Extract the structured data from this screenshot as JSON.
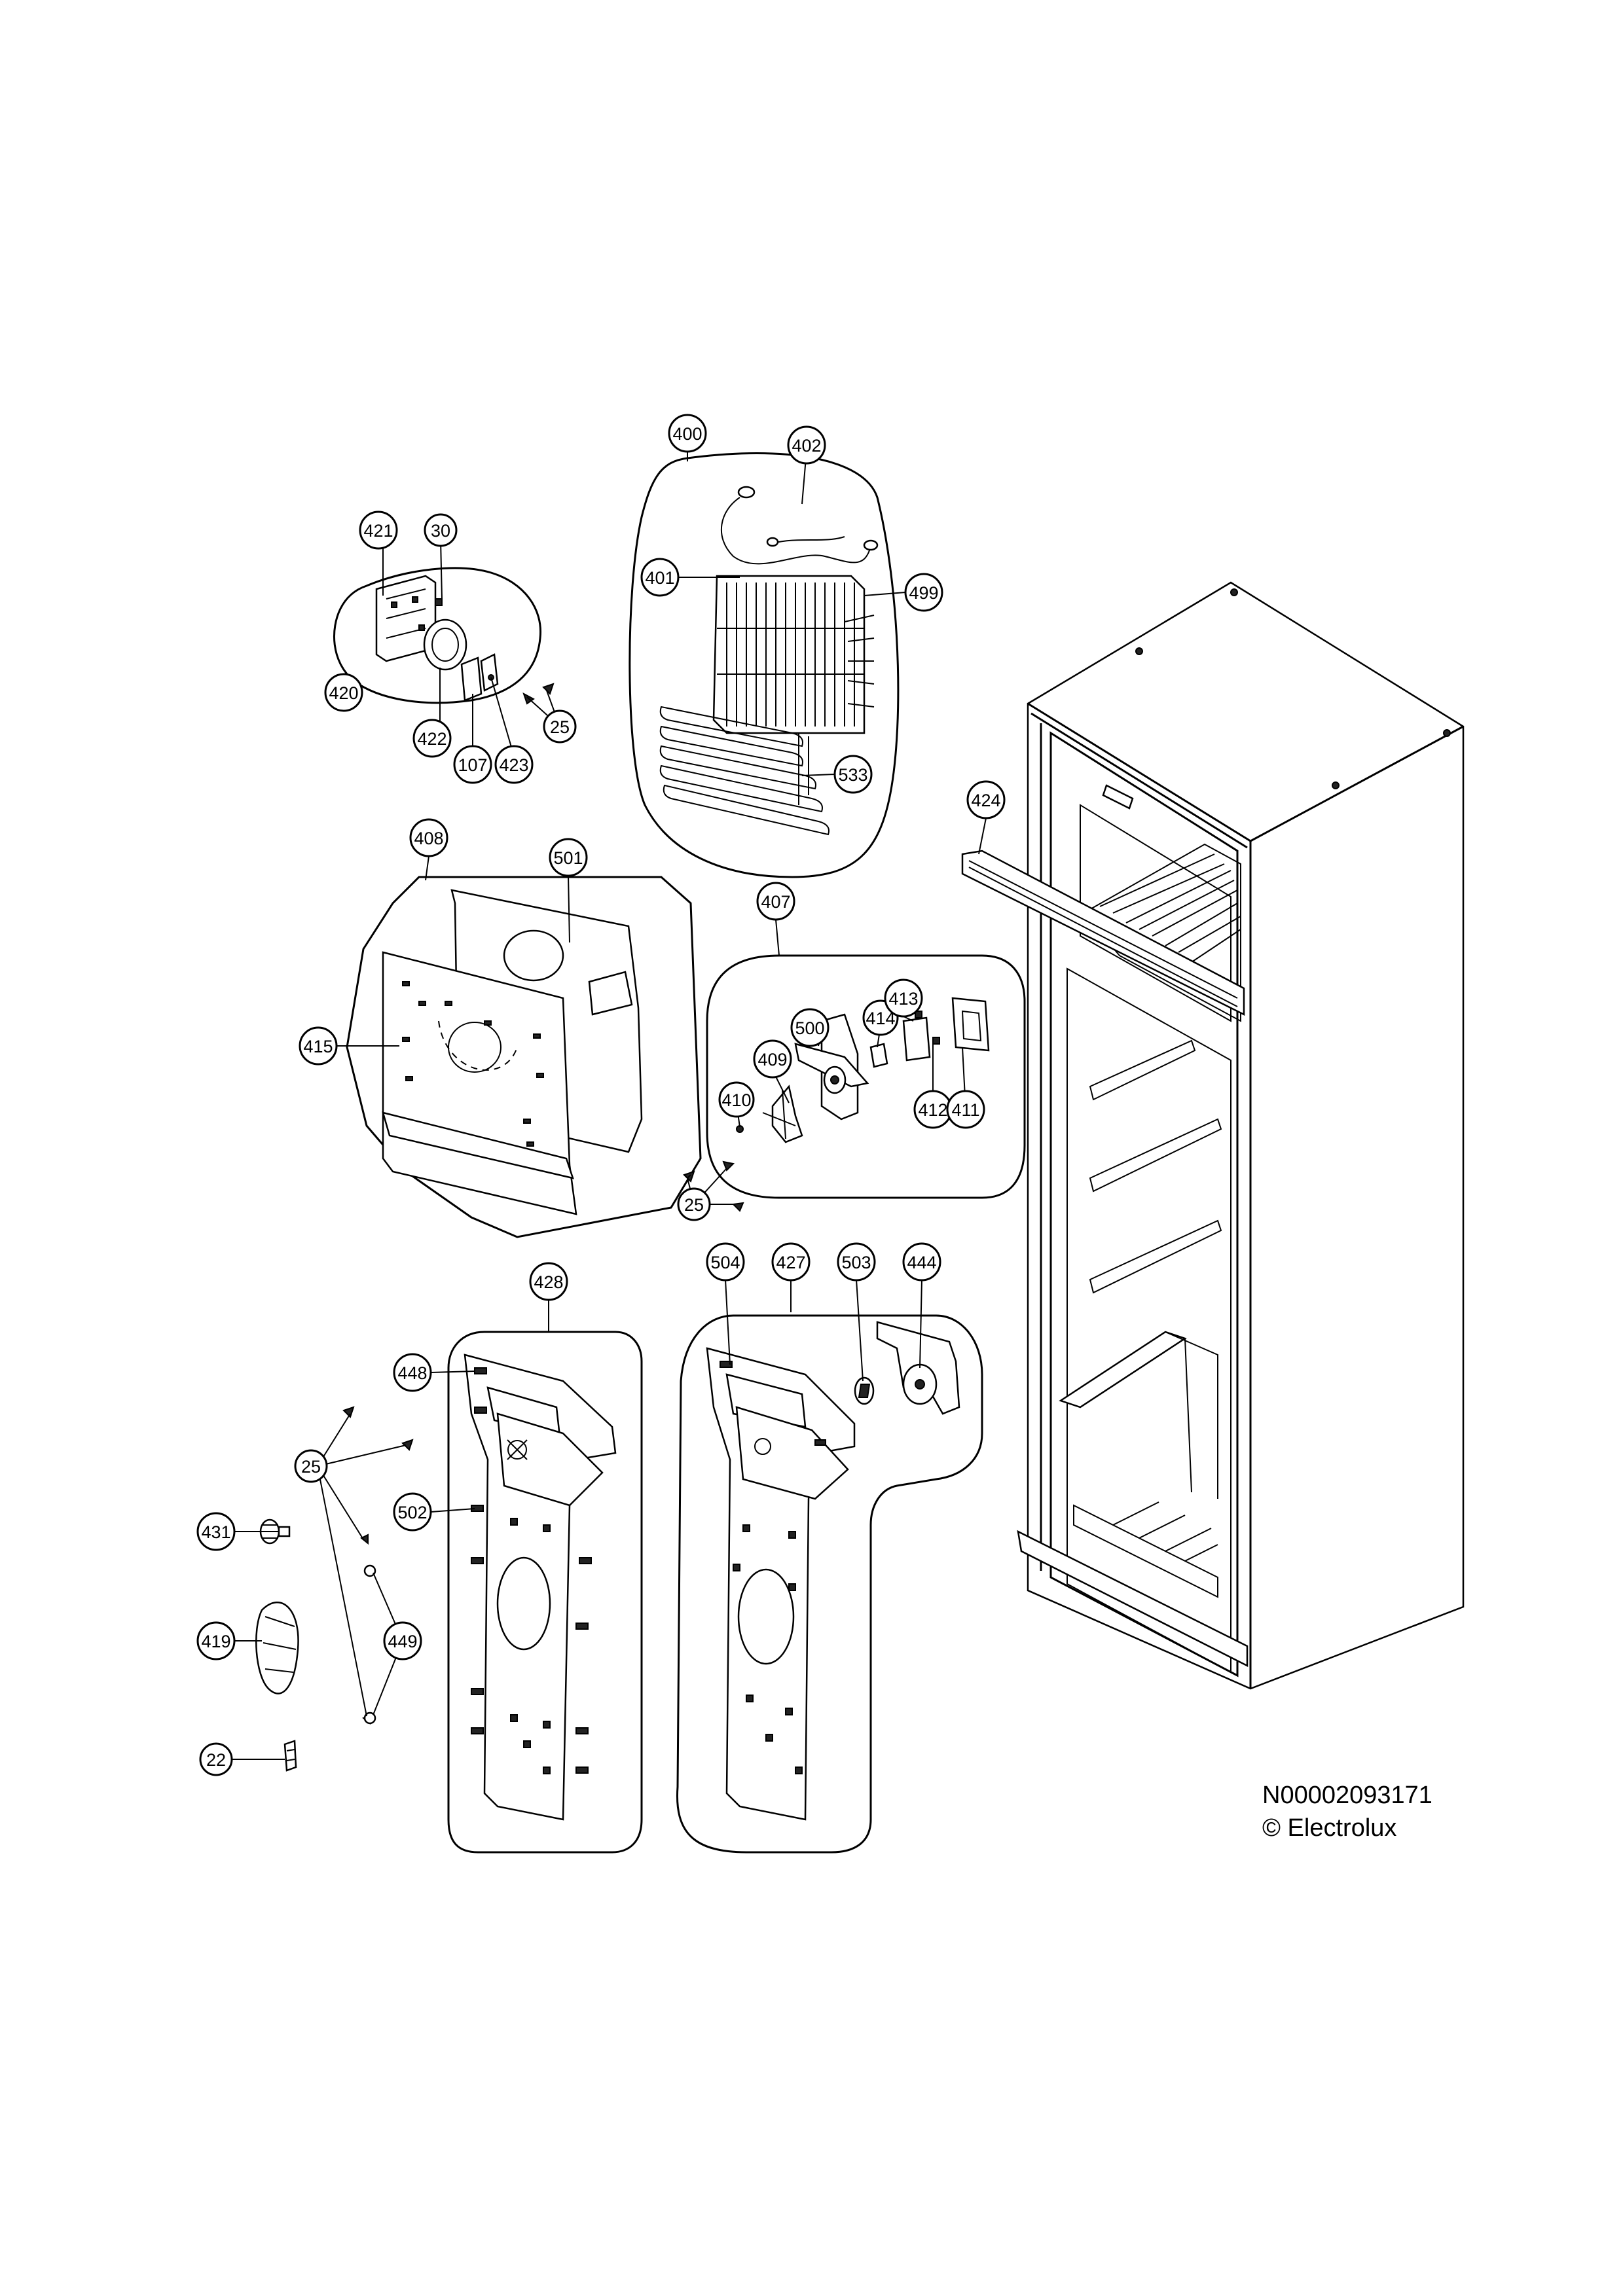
{
  "parts": [
    {
      "label": "400"
    },
    {
      "label": "402"
    },
    {
      "label": "401"
    },
    {
      "label": "499"
    },
    {
      "label": "533"
    },
    {
      "label": "421"
    },
    {
      "label": "30"
    },
    {
      "label": "420"
    },
    {
      "label": "422"
    },
    {
      "label": "107"
    },
    {
      "label": "423"
    },
    {
      "label": "25"
    },
    {
      "label": "424"
    },
    {
      "label": "408"
    },
    {
      "label": "501"
    },
    {
      "label": "415"
    },
    {
      "label": "407"
    },
    {
      "label": "500"
    },
    {
      "label": "414"
    },
    {
      "label": "413"
    },
    {
      "label": "409"
    },
    {
      "label": "410"
    },
    {
      "label": "412"
    },
    {
      "label": "411"
    },
    {
      "label": "25"
    },
    {
      "label": "428"
    },
    {
      "label": "504"
    },
    {
      "label": "427"
    },
    {
      "label": "503"
    },
    {
      "label": "444"
    },
    {
      "label": "448"
    },
    {
      "label": "25"
    },
    {
      "label": "502"
    },
    {
      "label": "431"
    },
    {
      "label": "419"
    },
    {
      "label": "449"
    },
    {
      "label": "22"
    }
  ],
  "footer": {
    "doc_number": "N00002093171",
    "copyright": "© Electrolux"
  }
}
